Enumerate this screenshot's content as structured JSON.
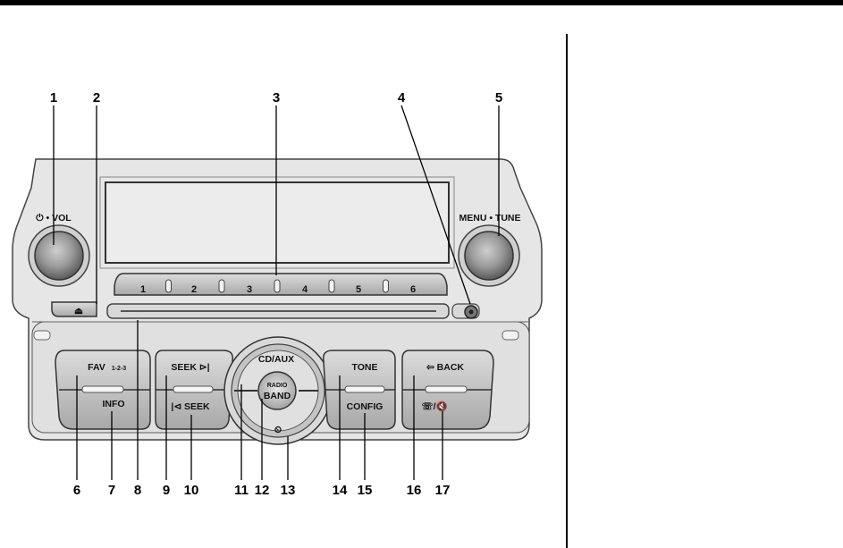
{
  "figure": {
    "callouts": [
      "1",
      "2",
      "3",
      "4",
      "5",
      "6",
      "7",
      "8",
      "9",
      "10",
      "11",
      "12",
      "13",
      "14",
      "15",
      "16",
      "17"
    ],
    "labels": {
      "power_vol": "⏻ • VOL",
      "menu_tune": "MENU • TUNE",
      "fav": "FAV",
      "fav_sub": "1-2-3",
      "info": "INFO",
      "seek_up": "SEEK ⊳|",
      "seek_down": "|⊲ SEEK",
      "cd_aux": "CD/AUX",
      "radio": "RADIO",
      "band": "BAND",
      "clock": "⏲",
      "tone": "TONE",
      "config": "CONFIG",
      "back": "⇦ BACK",
      "phone_mute": "☏/🔇",
      "eject": "⏏"
    },
    "presets": [
      "1",
      "2",
      "3",
      "4",
      "5",
      "6"
    ]
  }
}
